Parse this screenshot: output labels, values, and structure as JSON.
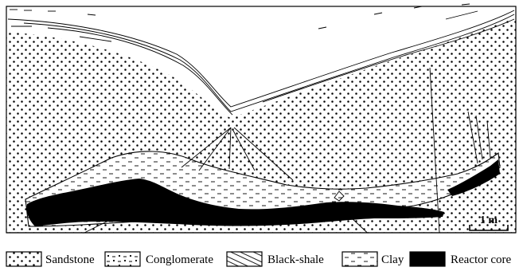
{
  "scale_bar": {
    "label": "1 m"
  },
  "legend": [
    {
      "key": "sandstone",
      "label": "Sandstone"
    },
    {
      "key": "conglomerate",
      "label": "Conglomerate"
    },
    {
      "key": "black_shale",
      "label": "Black-shale"
    },
    {
      "key": "clay",
      "label": "Clay"
    },
    {
      "key": "reactor_core",
      "label": "Reactor core"
    }
  ],
  "colors": {
    "ink": "#000000",
    "paper": "#ffffff"
  }
}
